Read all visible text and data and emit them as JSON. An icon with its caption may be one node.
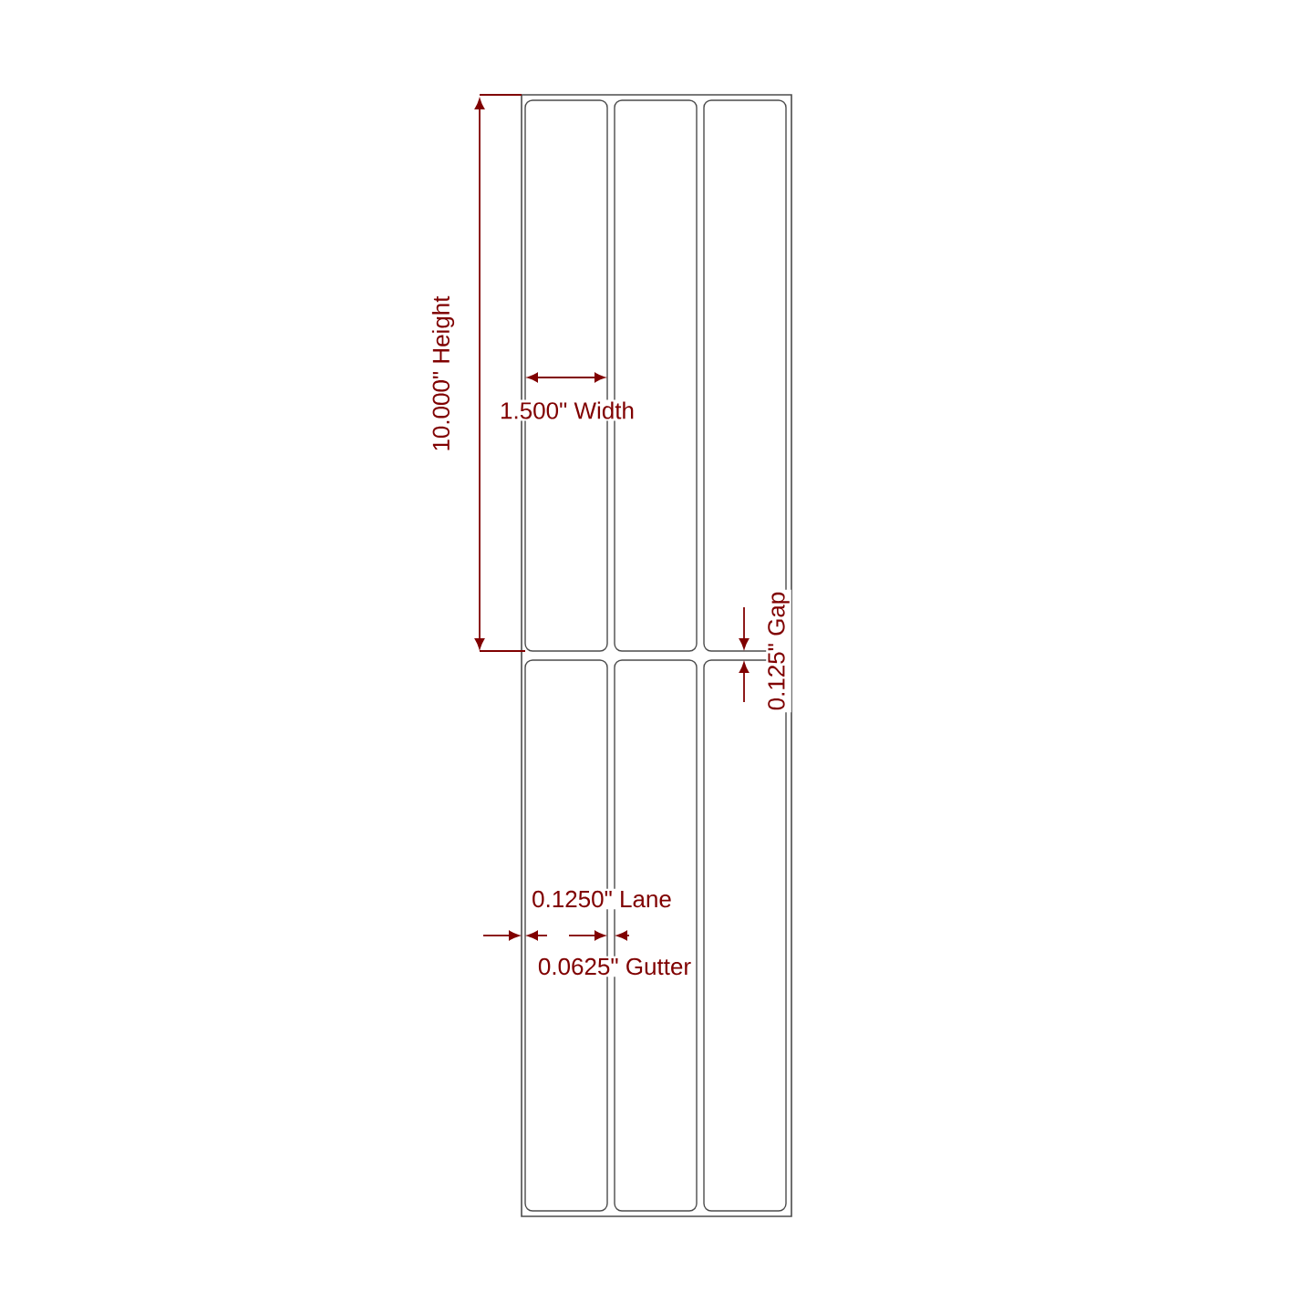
{
  "diagram": {
    "labels": [
      "10.000\" Height",
      "1.500\" Width",
      "0.125\" Gap",
      "0.1250\" Lane",
      "0.0625\" Gutter"
    ]
  }
}
